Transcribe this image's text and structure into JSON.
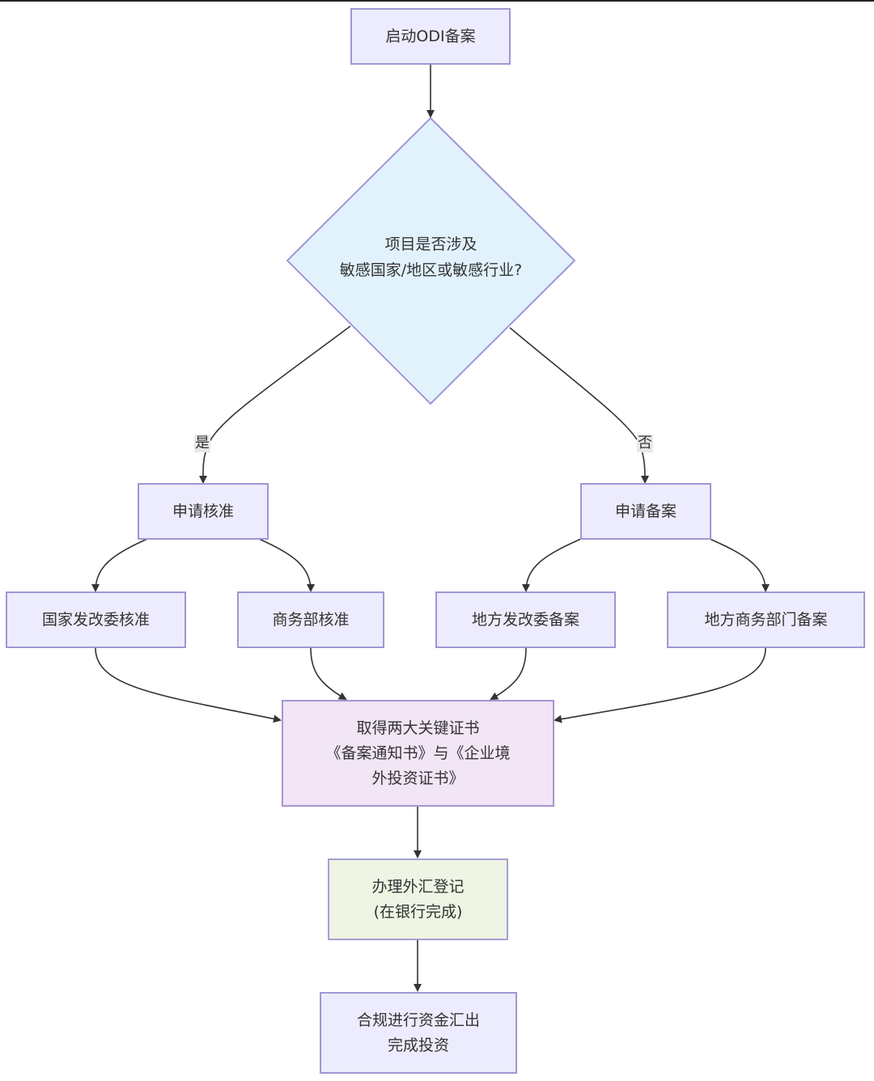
{
  "diagram": {
    "colors": {
      "node_fill": "#ececfe",
      "node_border": "#9f97d4",
      "decision_fill": "#e1f2fd",
      "certificate_fill": "#f1e5f6",
      "forex_fill": "#eef5e4",
      "edge": "#333333"
    },
    "nodes": {
      "start": "启动ODI备案",
      "decision": "项目是否涉及\n敏感国家/地区或敏感行业?",
      "approval": "申请核准",
      "filing": "申请备案",
      "ndrc_approval": "国家发改委核准",
      "mofcom_approval": "商务部核准",
      "local_ndrc_filing": "地方发改委备案",
      "local_commerce_filing": "地方商务部门备案",
      "certificates": "取得两大关键证书\n《备案通知书》与《企业境\n外投资证书》",
      "forex_registration": "办理外汇登记\n(在银行完成)",
      "remittance": "合规进行资金汇出\n完成投资"
    },
    "edge_labels": {
      "yes": "是",
      "no": "否"
    }
  }
}
